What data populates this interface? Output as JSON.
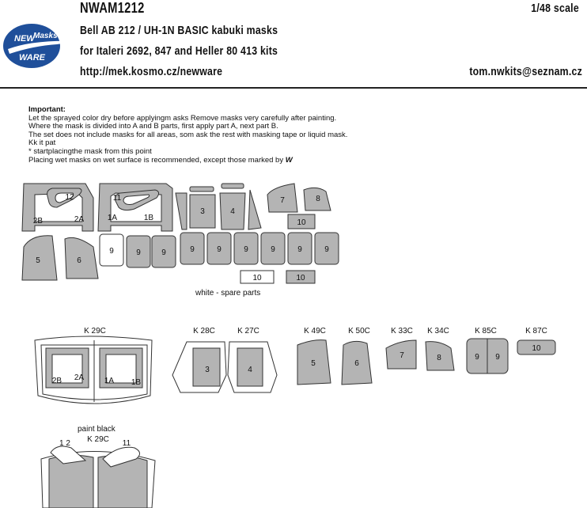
{
  "header": {
    "product_code": "NWAM1212",
    "scale": "1/48 scale",
    "title": "Bell AB 212 / UH-1N BASIC kabuki masks",
    "kits": "for Italeri 2692, 847 and Heller 80 413 kits",
    "url": "http://mek.kosmo.cz/newware",
    "email": "tom.nwkits@seznam.cz"
  },
  "logo": {
    "line1": "NEW",
    "line2": "Masks",
    "line3": "WARE"
  },
  "notes": {
    "heading": "Important:",
    "lines": [
      "Let the sprayed color dry before applyingm asks Remove masks very carefully after painting.",
      "Where the mask is divided into A and B parts, first apply part A, next part B.",
      "The set does not include masks for all areas, som ask the rest with masking tape or liquid mask.",
      "Kk it pat",
      "*  startplacingthe mask from this point",
      "Placing wet masks on wet surface is recommended, except those marked by"
    ],
    "wet_symbol": "W"
  },
  "sheet": {
    "labels": {
      "p12": "12",
      "p11": "11",
      "p2b": "2B",
      "p2a": "2A",
      "p1a": "1A",
      "p1b": "1B",
      "p3": "3",
      "p4": "4",
      "p7": "7",
      "p8": "8",
      "p10a": "10",
      "p5": "5",
      "p6": "6",
      "p9": "9",
      "p10b": "10",
      "p10c": "10"
    },
    "spare_caption": "white - spare parts"
  },
  "diagrams": {
    "k29c": "K 29C",
    "k28c": "K 28C",
    "k27c": "K 27C",
    "k49c": "K 49C",
    "k50c": "K 50C",
    "k33c": "K 33C",
    "k34c": "K 34C",
    "k85c": "K 85C",
    "k87c": "K 87C",
    "d2b": "2B",
    "d2a": "2A",
    "d1a": "1A",
    "d1b": "1B",
    "d3": "3",
    "d4": "4",
    "d5": "5",
    "d6": "6",
    "d7": "7",
    "d8": "8",
    "d9a": "9",
    "d9b": "9",
    "d10": "10",
    "paint_caption": "paint black",
    "k29c_bottom": "K 29C",
    "d12": "1 2",
    "d11": "11"
  },
  "colors": {
    "mask_fill": "#b4b4b4",
    "outline": "#333333",
    "logo_blue": "#1f4f9a"
  }
}
